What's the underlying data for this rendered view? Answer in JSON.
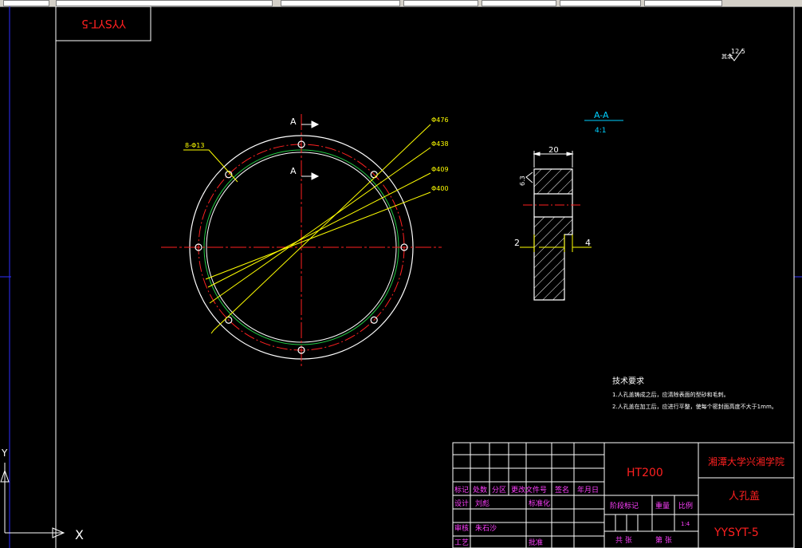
{
  "window": {
    "toolbar": "cad-toolbar"
  },
  "title_stamp": {
    "text": "YYSYT-5"
  },
  "ucs": {
    "x_label": "X",
    "y_label": "Y"
  },
  "roughness_note": {
    "label": "其余",
    "value": "12.5"
  },
  "front_view": {
    "section_mark_top": "A",
    "section_mark_bottom": "A",
    "hole_callout": "8-Φ13",
    "diameters": [
      "Φ476",
      "Φ438",
      "Φ409",
      "Φ400"
    ]
  },
  "section_view": {
    "title": "A-A",
    "scale": "4:1",
    "dim_width": "20",
    "roughness": "6.3",
    "dim_left": "2",
    "dim_right": "4"
  },
  "tech_requirements": {
    "title": "技术要求",
    "items": [
      "1.人孔盖铸成之后，应清除表面的型砂和毛刺。",
      "2.人孔盖在加工后，应进行平整，使每个密封面高度不大于1mm。"
    ]
  },
  "title_block": {
    "material": "HT200",
    "school": "湘潭大学兴湘学院",
    "part_name": "人孔盖",
    "drawing_no": "YYSYT-5",
    "headers": [
      "标记",
      "处数",
      "分区",
      "更改文件号",
      "签名",
      "年月日"
    ],
    "rows": [
      {
        "role": "设计",
        "name": "刘彪",
        "std_label": "标准化"
      },
      {
        "role": "审核",
        "name": "朱石沙"
      },
      {
        "role": "工艺",
        "approve": "批准"
      }
    ],
    "stage_label": "阶段标记",
    "weight_label": "重量",
    "scale_label": "比例",
    "scale_value": "1:4",
    "sheets_total": "共 张",
    "sheet_no": "第 张"
  },
  "colors": {
    "outline": "#ffffff",
    "center": "#ff2020",
    "green": "#22cc44",
    "yellow": "#ffff00",
    "cyan": "#00d0ff",
    "border": "#3030ff"
  }
}
